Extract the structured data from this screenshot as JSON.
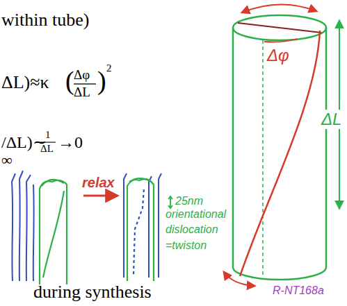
{
  "diagram": {
    "labels": [
      "within tube)",
      "ΔL)≈κ",
      "(",
      "Δφ",
      "ΔL",
      ")",
      "2",
      "/ΔL)∼",
      "1",
      "ΔL",
      "→0",
      "∞",
      "relax",
      "during synthesis",
      "25nm",
      "orientational",
      "dislocation",
      "=twiston",
      "R-NT168a",
      "Δφ",
      "ΔL"
    ]
  }
}
